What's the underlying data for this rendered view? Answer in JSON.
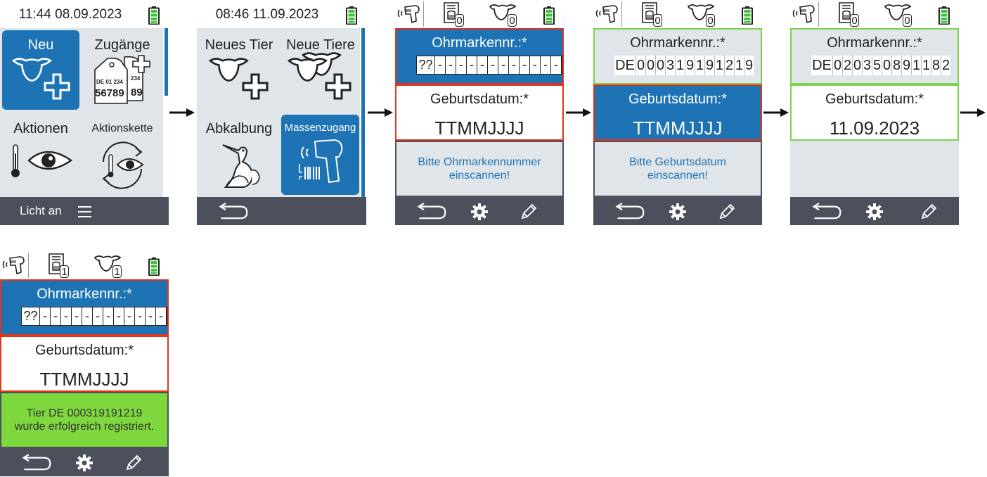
{
  "colors": {
    "blue": "#1e73b4",
    "grey_bg": "#e0e5ea",
    "dark_bar": "#4c4f5c",
    "red_border": "#e0361f",
    "green_border": "#7fd152",
    "success_bg": "#7fd73e",
    "active_tile": "#1e73b4"
  },
  "screen1": {
    "time": "11:44 08.09.2023",
    "tiles": [
      {
        "label": "Neu",
        "icon": "cow-plus-icon"
      },
      {
        "label": "Zugänge",
        "icon": "ear-tag-plus-icon",
        "tag_text_a": "DE 01 234",
        "tag_text_b": "56789",
        "tag_text_c": "234",
        "tag_text_d": "89"
      },
      {
        "label": "Aktionen",
        "icon": "thermometer-eye-icon"
      },
      {
        "label": "Aktionskette",
        "icon": "cycle-thermometer-eye-icon"
      }
    ],
    "bottom": {
      "light": "Licht an",
      "menu_icon": "hamburger-icon"
    }
  },
  "screen2": {
    "time": "08:46 11.09.2023",
    "tiles": [
      {
        "label": "Neues Tier",
        "icon": "cow-plus-icon"
      },
      {
        "label": "Neue Tiere",
        "icon": "cows-plus-icon"
      },
      {
        "label": "Abkalbung",
        "icon": "stork-icon"
      },
      {
        "label": "Massenzugang",
        "icon": "scanner-icon"
      }
    ],
    "bottom": {
      "back_icon": "back-arrow-icon"
    }
  },
  "screen3": {
    "counts": [
      "0",
      "0"
    ],
    "ear_label": "Ohrmarkennr.:*",
    "ear_value": "??",
    "birth_label": "Geburtsdatum:*",
    "birth_value": "TTMMJJJJ",
    "message": "Bitte Ohrmarkennummer einscannen!"
  },
  "screen4": {
    "counts": [
      "0",
      "0"
    ],
    "ear_label": "Ohrmarkennr.:*",
    "ear_prefix": "DE",
    "ear_digits": [
      "0",
      "0",
      "0",
      "3",
      "1",
      "9",
      "1",
      "9",
      "1",
      "2",
      "1",
      "9"
    ],
    "birth_label": "Geburtsdatum:*",
    "birth_value": "TTMMJJJJ",
    "message": "Bitte Geburtsdatum einscannen!"
  },
  "screen5": {
    "counts": [
      "0",
      "0"
    ],
    "ear_label": "Ohrmarkennr.:*",
    "ear_prefix": "DE",
    "ear_digits": [
      "0",
      "2",
      "0",
      "3",
      "5",
      "0",
      "8",
      "9",
      "1",
      "1",
      "8",
      "2"
    ],
    "birth_label": "Geburtsdatum:*",
    "birth_value": "11.09.2023"
  },
  "screen6": {
    "counts": [
      "1",
      "1"
    ],
    "ear_label": "Ohrmarkennr.:*",
    "ear_value": "??",
    "birth_label": "Geburtsdatum:*",
    "birth_value": "TTMMJJJJ",
    "message_line1": "Tier DE 000319191219",
    "message_line2": "wurde erfolgreich registriert."
  },
  "bottom_icons": [
    "back-arrow-icon",
    "gear-icon",
    "pencil-icon"
  ]
}
